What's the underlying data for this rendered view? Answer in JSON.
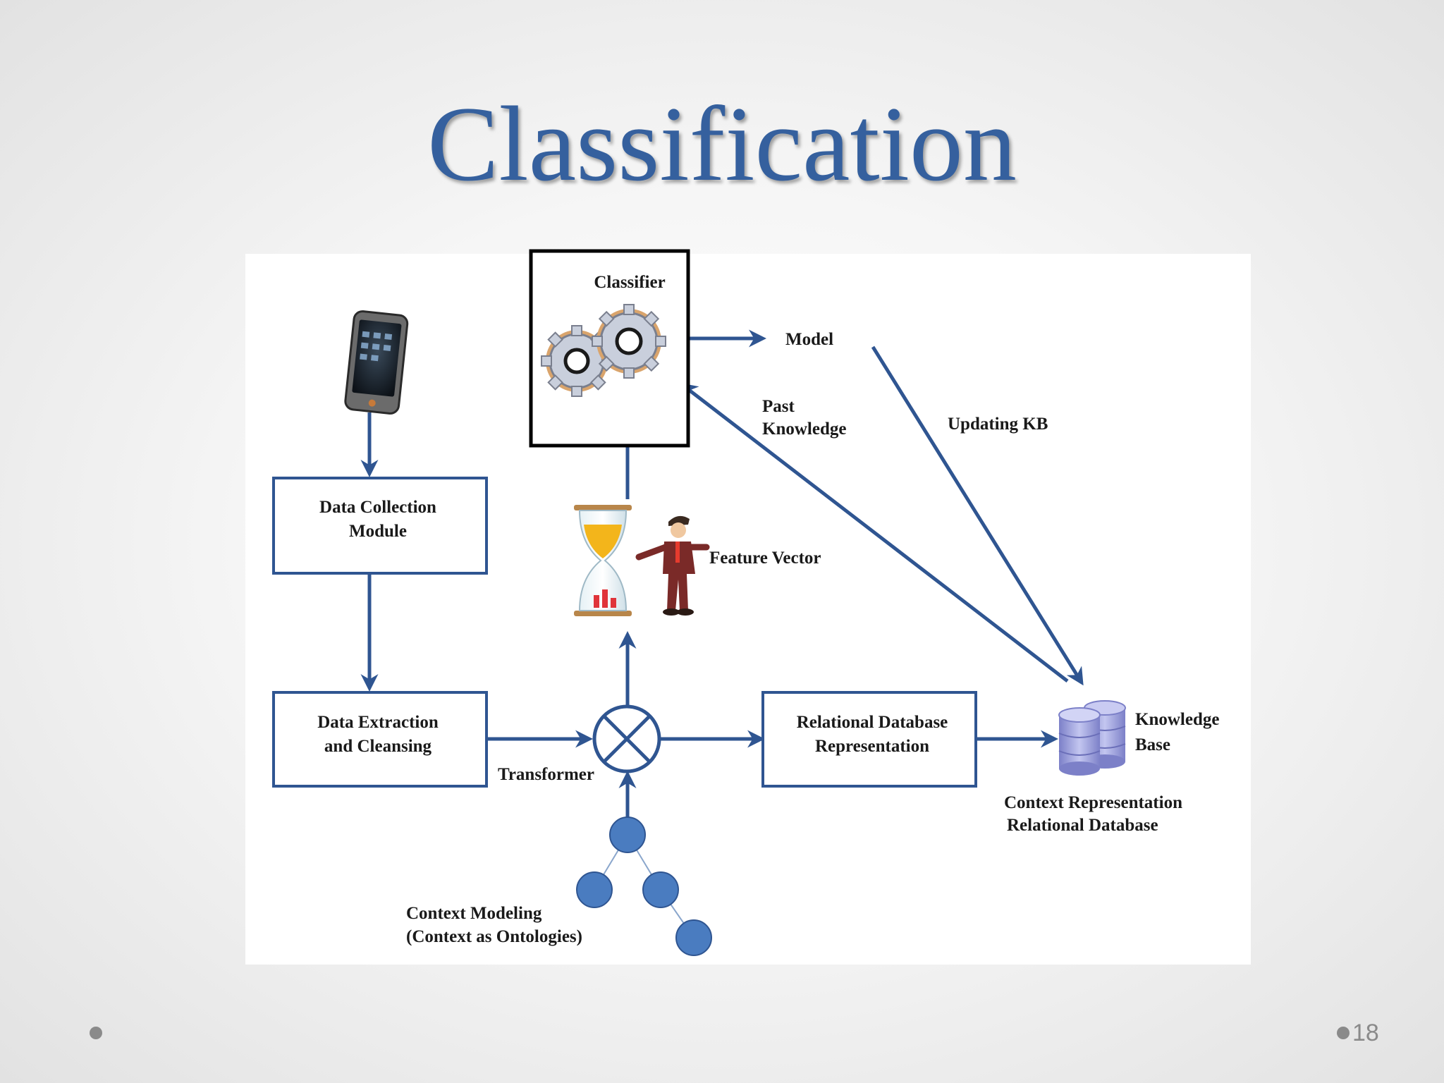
{
  "slide": {
    "title": "Classification",
    "page_number": "18"
  },
  "diagram": {
    "classifier": "Classifier",
    "model": "Model",
    "past_knowledge": [
      "Past",
      "Knowledge"
    ],
    "updating_kb": "Updating KB",
    "data_collection": [
      "Data Collection",
      "Module"
    ],
    "feature_vector": "Feature Vector",
    "data_extraction": [
      "Data Extraction",
      "and Cleansing"
    ],
    "transformer": "Transformer",
    "relational_db": [
      "Relational Database",
      "Representation"
    ],
    "knowledge_base": [
      "Knowledge",
      "Base"
    ],
    "context_representation": [
      "Context Representation",
      "Relational Database"
    ],
    "context_modeling": [
      "Context Modeling",
      "(Context as Ontologies)"
    ]
  },
  "colors": {
    "title": "#35609e",
    "arrow": "#2f5591",
    "node": "#4a7cc0",
    "gear": "#c9cfdc",
    "gear_outline": "#d9a46c",
    "database": "#9b9fd9"
  },
  "icons": [
    "smartphone-icon",
    "gears-icon",
    "hourglass-icon",
    "businessman-icon",
    "database-icon"
  ]
}
